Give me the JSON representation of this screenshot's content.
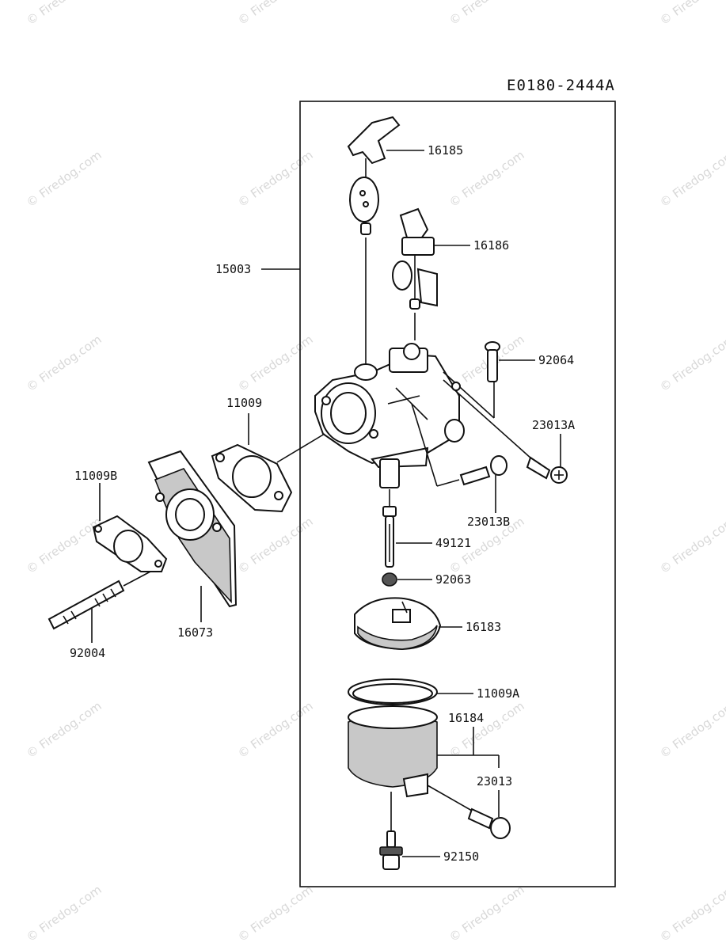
{
  "diagram_code": "E0180-2444A",
  "watermark": "© Firedog.com",
  "parts": {
    "p16185": "16185",
    "p16186": "16186",
    "p15003": "15003",
    "p92064": "92064",
    "p11009": "11009",
    "p23013A": "23013A",
    "p11009B": "11009B",
    "p23013B": "23013B",
    "p49121": "49121",
    "p92063": "92063",
    "p16073": "16073",
    "p92004": "92004",
    "p16183": "16183",
    "p11009A": "11009A",
    "p16184": "16184",
    "p23013": "23013",
    "p92150": "92150"
  }
}
